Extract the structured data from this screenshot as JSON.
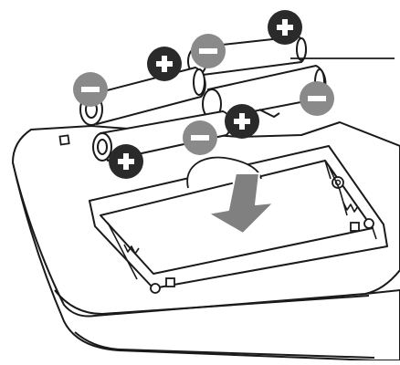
{
  "illustration": {
    "subject": "battery-installation",
    "battery_count": 4,
    "insert_direction": "down",
    "terminal_marks": {
      "positive": "+",
      "negative": "−"
    }
  },
  "colors": {
    "outline": "#1a1a1a",
    "background": "#ffffff",
    "positive_badge": "#2a2a2a",
    "negative_badge": "#8a8a8a",
    "arrow": "#808080",
    "badge_symbol": "#ffffff"
  }
}
